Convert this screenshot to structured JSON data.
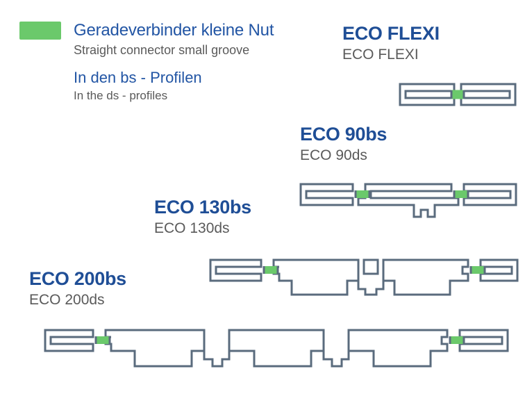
{
  "colors": {
    "connector_green": "#6BC96B",
    "heading_blue": "#1F4E96",
    "legend_blue": "#2255A4",
    "sub_gray": "#5A5A5A",
    "profile_stroke": "#5A6B7D",
    "background": "#FFFFFF"
  },
  "legend": {
    "swatch_name": "green-connector-swatch",
    "title_de": "Geradeverbinder kleine Nut",
    "title_en": "Straight connector small groove",
    "scope_de": "In den bs - Profilen",
    "scope_en": "In the ds - profiles"
  },
  "products": [
    {
      "id": "eco-flexi",
      "name_de": "ECO FLEXI",
      "name_en": "ECO FLEXI"
    },
    {
      "id": "eco-90bs",
      "name_de": "ECO 90bs",
      "name_en": "ECO 90ds"
    },
    {
      "id": "eco-130bs",
      "name_de": "ECO 130bs",
      "name_en": "ECO 130ds"
    },
    {
      "id": "eco-200bs",
      "name_de": "ECO 200bs",
      "name_en": "ECO 200ds"
    }
  ]
}
